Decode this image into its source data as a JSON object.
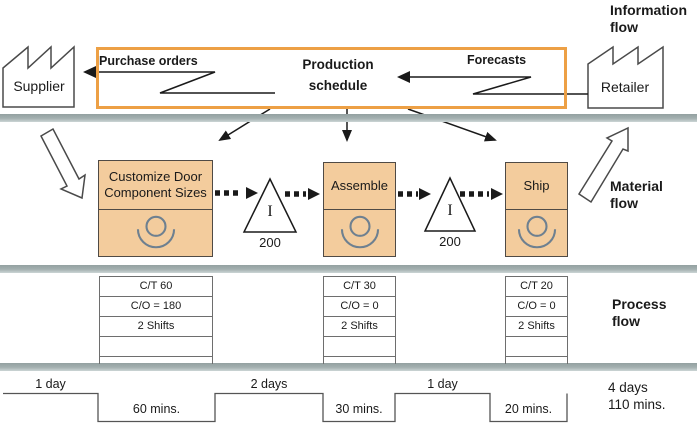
{
  "labels": {
    "information_flow": "Information flow",
    "material_flow": "Material flow",
    "process_flow": "Process flow"
  },
  "information_flow": {
    "supplier": "Supplier",
    "retailer": "Retailer",
    "purchase_orders": "Purchase orders",
    "forecasts": "Forecasts",
    "production_schedule": "Production schedule"
  },
  "material_flow": {
    "processes": [
      {
        "name": "Customize Door Component Sizes"
      },
      {
        "name": "Assemble"
      },
      {
        "name": "Ship"
      }
    ],
    "inventories": [
      {
        "symbol": "I",
        "quantity": "200"
      },
      {
        "symbol": "I",
        "quantity": "200"
      }
    ]
  },
  "process_flow": {
    "data_boxes": [
      {
        "rows": [
          "C/T 60",
          "C/O = 180",
          "2 Shifts"
        ]
      },
      {
        "rows": [
          "C/T 30",
          "C/O = 0",
          "2 Shifts"
        ]
      },
      {
        "rows": [
          "C/T 20",
          "C/O = 0",
          "2 Shifts"
        ]
      }
    ]
  },
  "timeline": {
    "lead_times": [
      "1 day",
      "2 days",
      "1 day"
    ],
    "process_times": [
      "60 mins.",
      "30 mins.",
      "20 mins."
    ],
    "totals": {
      "lead_time": "4 days",
      "process_time": "110 mins."
    }
  },
  "colors": {
    "schedule_highlight_border": "#eda045",
    "process_box_fill": "#f3cc9d",
    "process_box_border": "#4f4a45",
    "flow_divider_gray": "#9fabab",
    "operator_icon_gray": "#6e8090",
    "line_black": "#1a1a1a"
  }
}
